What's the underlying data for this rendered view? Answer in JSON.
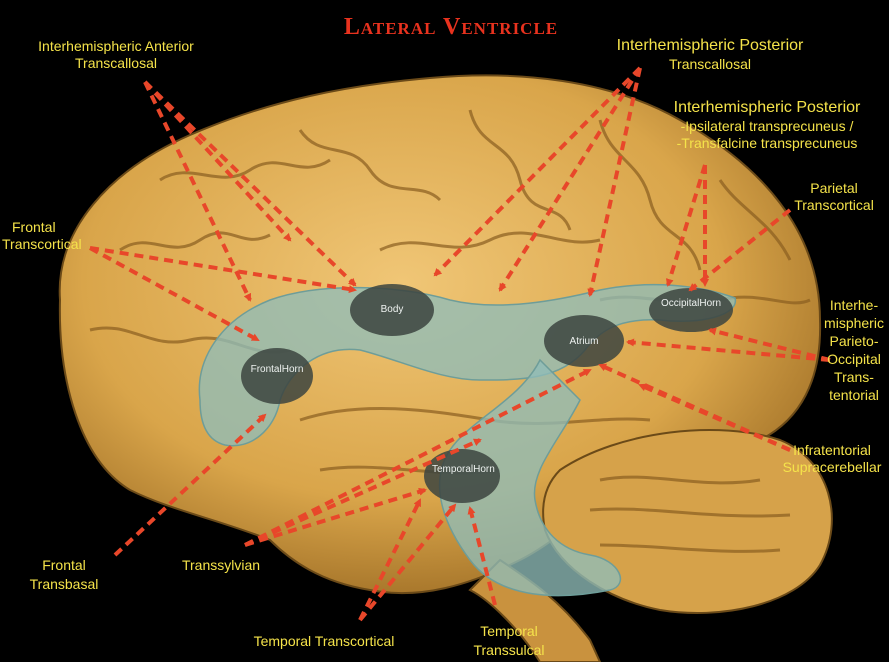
{
  "title": "Lateral Ventricle",
  "regions": {
    "body": "Body",
    "frontal_horn": [
      "Frontal",
      "Horn"
    ],
    "atrium": "Atrium",
    "occipital_horn": [
      "Occipital",
      "Horn"
    ],
    "temporal_horn": [
      "Temporal",
      "Horn"
    ]
  },
  "approaches": {
    "ih_anterior": [
      "Interhemispheric Anterior",
      "Transcallosal"
    ],
    "ih_posterior": [
      "Interhemispheric Posterior",
      "Transcallosal"
    ],
    "ih_posterior_precuneus": [
      "Interhemispheric Posterior",
      "-Ipsilateral transprecuneus /",
      "-Transfalcine transprecuneus"
    ],
    "parietal": [
      "Parietal",
      "Transcortical"
    ],
    "frontal_transcortical": [
      "Frontal",
      "Transcortical"
    ],
    "ih_parieto_occipital": [
      "Interhe-",
      "mispheric",
      "Parieto-",
      "Occipital",
      "Trans-",
      "tentorial"
    ],
    "infratentorial": [
      "Infratentorial",
      "Supracerebellar"
    ],
    "frontal_transbasal": [
      "Frontal",
      "Transbasal"
    ],
    "transsylvian": "Transsylvian",
    "temporal_transcortical": "Temporal Transcortical",
    "temporal_transsulcal": [
      "Temporal",
      "Transsulcal"
    ]
  },
  "colors": {
    "background": "#000000",
    "title": "#e8321e",
    "label": "#f5e34a",
    "arrow": "#e8472a",
    "brain": "#e2b25a",
    "ventricle": "#8fbcb8"
  }
}
